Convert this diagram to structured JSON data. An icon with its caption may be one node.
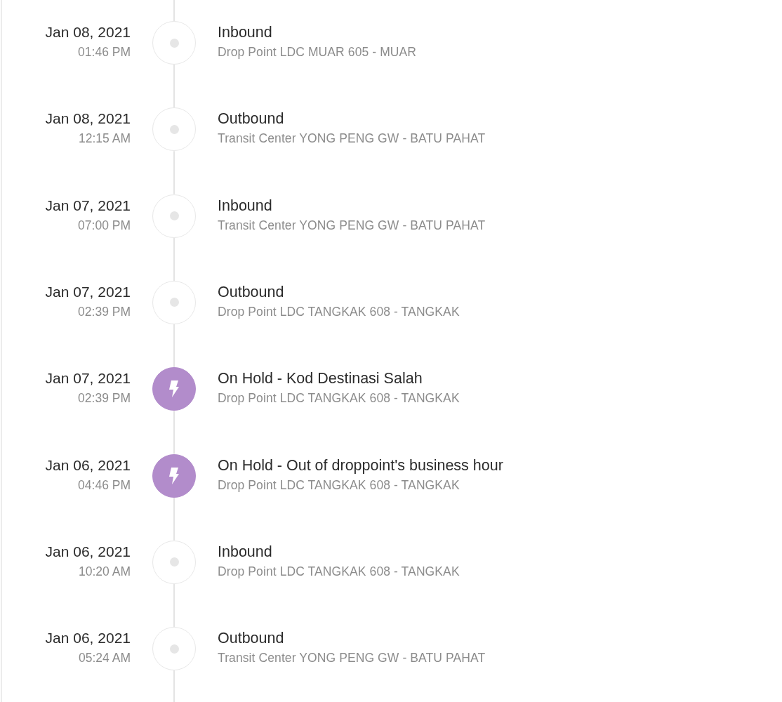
{
  "diagram": {
    "nodes": [
      {
        "text": [],
        "shape": "circle",
        "beside": [
          "Jan 08, 2021",
          "01:46 PM",
          "Inbound",
          "Drop Point LDC MUAR 605 - MUAR"
        ]
      },
      {
        "text": [],
        "shape": "circle",
        "beside": [
          "Jan 08, 2021",
          "12:15 AM",
          "Outbound",
          "Transit Center YONG PENG GW - BATU PAHAT"
        ]
      },
      {
        "text": [],
        "shape": "circle",
        "beside": [
          "Jan 07, 2021",
          "07:00 PM",
          "Inbound",
          "Transit Center YONG PENG GW - BATU PAHAT"
        ]
      },
      {
        "text": [],
        "shape": "circle",
        "beside": [
          "Jan 07, 2021",
          "02:39 PM",
          "Outbound",
          "Drop Point LDC TANGKAK 608 - TANGKAK"
        ]
      },
      {
        "text": [],
        "shape": "circle",
        "beside": [
          "Jan 07, 2021",
          "02:39 PM",
          "On Hold - Kod Destinasi Salah",
          "Drop Point LDC TANGKAK 608 - TANGKAK"
        ]
      },
      {
        "text": [],
        "shape": "circle",
        "beside": [
          "Jan 06, 2021",
          "04:46 PM",
          "On Hold - Out of droppoint's business hour",
          "Drop Point LDC TANGKAK 608 - TANGKAK"
        ]
      },
      {
        "text": [],
        "shape": "circle",
        "beside": [
          "Jan 06, 2021",
          "10:20 AM",
          "Inbound",
          "Drop Point LDC TANGKAK 608 - TANGKAK"
        ]
      },
      {
        "text": [],
        "shape": "circle",
        "beside": [
          "Jan 06, 2021",
          "05:24 AM",
          "Outbound",
          "Transit Center YONG PENG GW - BATU PAHAT"
        ]
      }
    ],
    "edges": [
      {
        "from": null,
        "to": 0,
        "arrow": "none"
      },
      {
        "from": 0,
        "to": 1,
        "arrow": "none"
      },
      {
        "from": 1,
        "to": 2,
        "arrow": "none"
      },
      {
        "from": 2,
        "to": 3,
        "arrow": "none"
      },
      {
        "from": 3,
        "to": 4,
        "arrow": "none"
      },
      {
        "from": 4,
        "to": 5,
        "arrow": "none"
      },
      {
        "from": 5,
        "to": 6,
        "arrow": "none"
      },
      {
        "from": 6,
        "to": 7,
        "arrow": "none"
      },
      {
        "from": 7,
        "to": null,
        "arrow": "none"
      }
    ]
  }
}
